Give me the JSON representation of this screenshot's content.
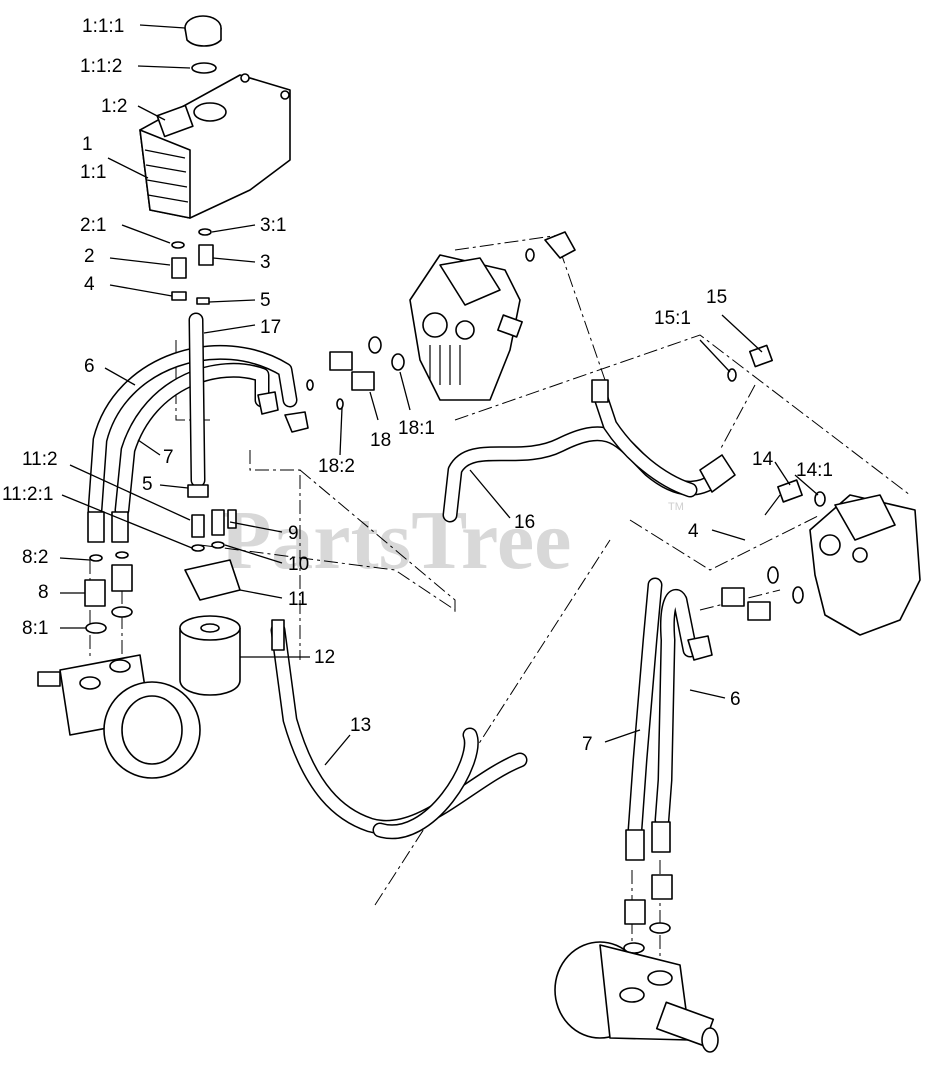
{
  "watermark": {
    "text": "PartsTree",
    "tm": "TM"
  },
  "callouts": [
    {
      "id": "c-1-1-1",
      "text": "1:1:1"
    },
    {
      "id": "c-1-1-2",
      "text": "1:1:2"
    },
    {
      "id": "c-1-2",
      "text": "1:2"
    },
    {
      "id": "c-1",
      "text": "1"
    },
    {
      "id": "c-1-1",
      "text": "1:1"
    },
    {
      "id": "c-2-1",
      "text": "2:1"
    },
    {
      "id": "c-3-1",
      "text": "3:1"
    },
    {
      "id": "c-2",
      "text": "2"
    },
    {
      "id": "c-3",
      "text": "3"
    },
    {
      "id": "c-4a",
      "text": "4"
    },
    {
      "id": "c-5a",
      "text": "5"
    },
    {
      "id": "c-17",
      "text": "17"
    },
    {
      "id": "c-6a",
      "text": "6"
    },
    {
      "id": "c-7a",
      "text": "7"
    },
    {
      "id": "c-11-2",
      "text": "11:2"
    },
    {
      "id": "c-5b",
      "text": "5"
    },
    {
      "id": "c-11-2-1",
      "text": "11:2:1"
    },
    {
      "id": "c-9",
      "text": "9"
    },
    {
      "id": "c-10",
      "text": "10"
    },
    {
      "id": "c-11",
      "text": "11"
    },
    {
      "id": "c-8-2",
      "text": "8:2"
    },
    {
      "id": "c-8",
      "text": "8"
    },
    {
      "id": "c-8-1",
      "text": "8:1"
    },
    {
      "id": "c-12",
      "text": "12"
    },
    {
      "id": "c-13",
      "text": "13"
    },
    {
      "id": "c-18-2",
      "text": "18:2"
    },
    {
      "id": "c-18",
      "text": "18"
    },
    {
      "id": "c-18-1",
      "text": "18:1"
    },
    {
      "id": "c-16",
      "text": "16"
    },
    {
      "id": "c-15",
      "text": "15"
    },
    {
      "id": "c-15-1",
      "text": "15:1"
    },
    {
      "id": "c-14",
      "text": "14"
    },
    {
      "id": "c-14-1",
      "text": "14:1"
    },
    {
      "id": "c-4b",
      "text": "4"
    },
    {
      "id": "c-6b",
      "text": "6"
    },
    {
      "id": "c-7b",
      "text": "7"
    }
  ]
}
